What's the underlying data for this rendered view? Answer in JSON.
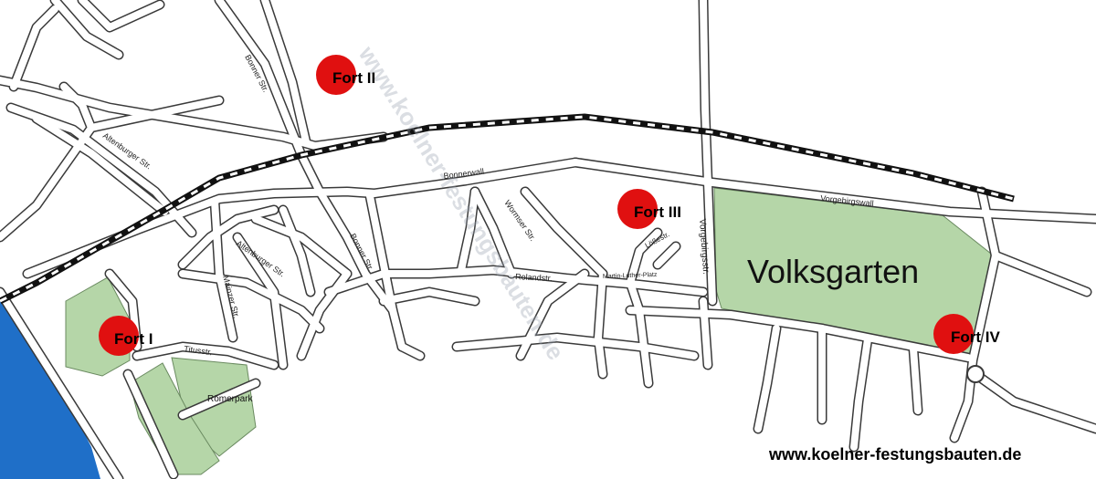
{
  "colors": {
    "river": "#1f6fc8",
    "park": "#b5d6a8",
    "fort_marker": "#e01010",
    "road_casing": "#3a3a3a",
    "road_fill": "#ffffff",
    "railway": "#111111"
  },
  "forts": [
    {
      "id": "fort-1",
      "label": "Fort I"
    },
    {
      "id": "fort-2",
      "label": "Fort II"
    },
    {
      "id": "fort-3",
      "label": "Fort III"
    },
    {
      "id": "fort-4",
      "label": "Fort IV"
    }
  ],
  "parks": {
    "volksgarten": "Volksgarten",
    "roemerpark": "Römerpark"
  },
  "streets": {
    "bonner_str_upper": "Bonner Str.",
    "bonner_str_lower": "Bonner Str.",
    "altenburger_upper": "Altenburger Str.",
    "altenburger_lower": "Altenburger Str.",
    "mainzer": "Mainzer Str.",
    "titusstr": "Titusstr.",
    "bonnerwall": "Bonnerwall",
    "wormser": "Wormser Str.",
    "roland": "Rolandstr.",
    "martin_luther": "Martin-Luther-Platz",
    "loestr": "Lößestr.",
    "vorgebirgsstr": "Vorgebirgsstr.",
    "vorgebirgswall": "Vorgebirgswall"
  },
  "watermark": "www.koelner-festungsbauten.de",
  "credit": "www.koelner-festungsbauten.de"
}
